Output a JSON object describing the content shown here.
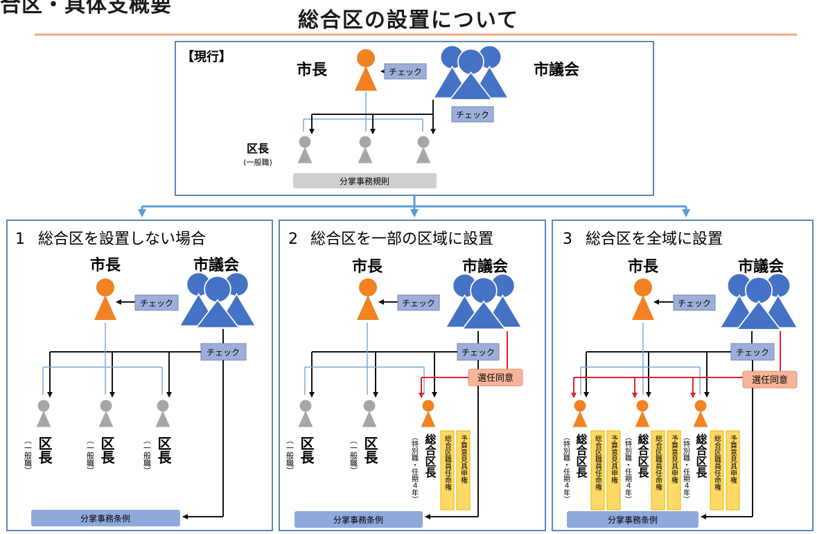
{
  "header": {
    "partial_title": "合区・具体支概要",
    "title": "総合区の設置について"
  },
  "labels": {
    "current": "【現行】",
    "mayor": "市長",
    "council": "市議会",
    "check": "チェック",
    "ward_head": "区長",
    "general": "(一般職)",
    "general_v": "︵一般職︶",
    "division_rules": "分掌事務規則",
    "division_ordinance": "分掌事務条例",
    "appointment_consent": "選任同意",
    "general_ward_head": "総合区長",
    "special_term_v": "︵特別職・任期４年︶",
    "staff_appointment": "総合区職員任命権",
    "budget_opinion": "予算意見具申権"
  },
  "panels": [
    {
      "number": "1",
      "title": "総合区を設置しない場合"
    },
    {
      "number": "2",
      "title": "総合区を一部の区域に設置"
    },
    {
      "number": "3",
      "title": "総合区を全域に設置"
    }
  ],
  "colors": {
    "orange": "#F08223",
    "blue": "#4472C4",
    "gray": "#A6A6A6",
    "check_box": "#9DAFD9",
    "red": "#E0202A",
    "consent_box": "#F6B59A",
    "power_box": "#FFD966",
    "border": "#5B85B8",
    "rule": "#F4A582"
  }
}
